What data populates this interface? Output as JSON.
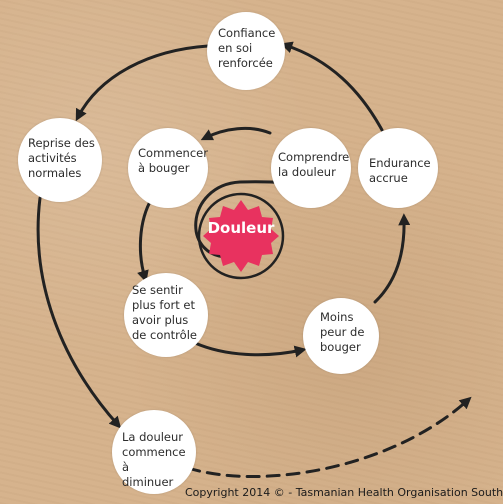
{
  "center": {
    "label": "Douleur",
    "color": "#e8325f"
  },
  "nodes": {
    "confiance": "Confiance\nen soi\nrenforcée",
    "reprise": "Reprise des\nactivités\nnormales",
    "commencer": "Commencer\nà bouger",
    "comprendre": "Comprendre\nla douleur",
    "endurance": "Endurance\naccrue",
    "se_sentir": "Se sentir\nplus fort et\navoir plus\nde contrôle",
    "moins_peur": "Moins\npeur de\nbouger",
    "diminuer": "La douleur\ncommence à\ndiminuer"
  },
  "copyright": "Copyright 2014 © - Tasmanian Health Organisation South"
}
